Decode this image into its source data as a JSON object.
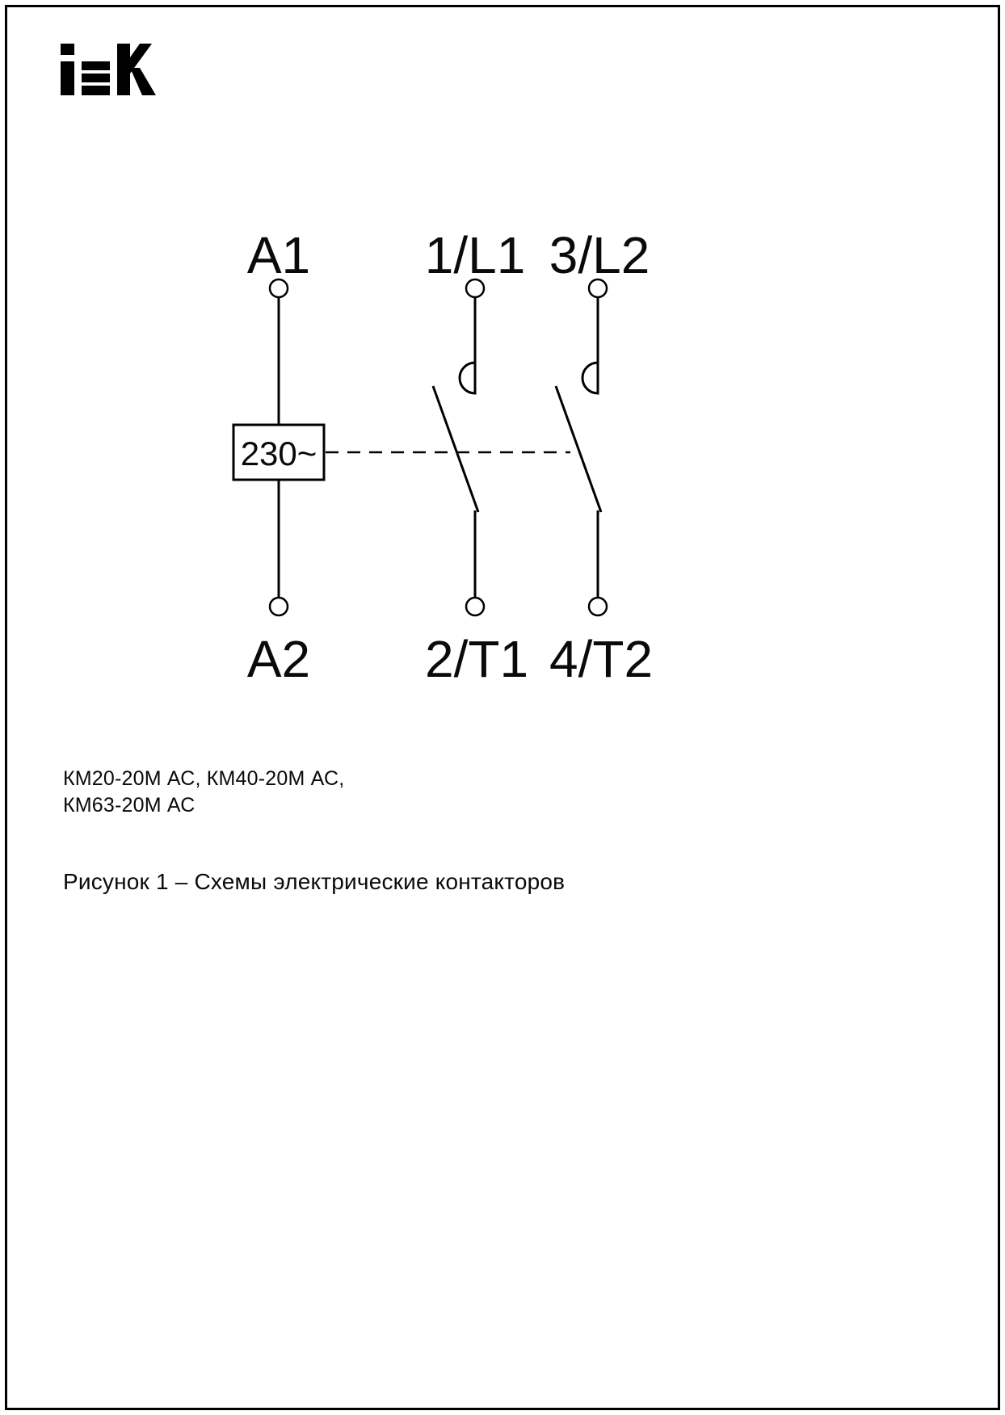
{
  "brand": {
    "name": "IEK"
  },
  "diagram": {
    "coil_top_terminal": "A1",
    "coil_bottom_terminal": "A2",
    "coil_voltage": "230~",
    "pole1_top_terminal": "1/L1",
    "pole1_bottom_terminal": "2/T1",
    "pole2_top_terminal": "3/L2",
    "pole2_bottom_terminal": "4/T2"
  },
  "notes": {
    "models_line1": "КМ20-20М АС, КМ40-20М АС,",
    "models_line2": "КМ63-20М АС",
    "caption": "Рисунок 1 – Схемы электрические контакторов"
  }
}
